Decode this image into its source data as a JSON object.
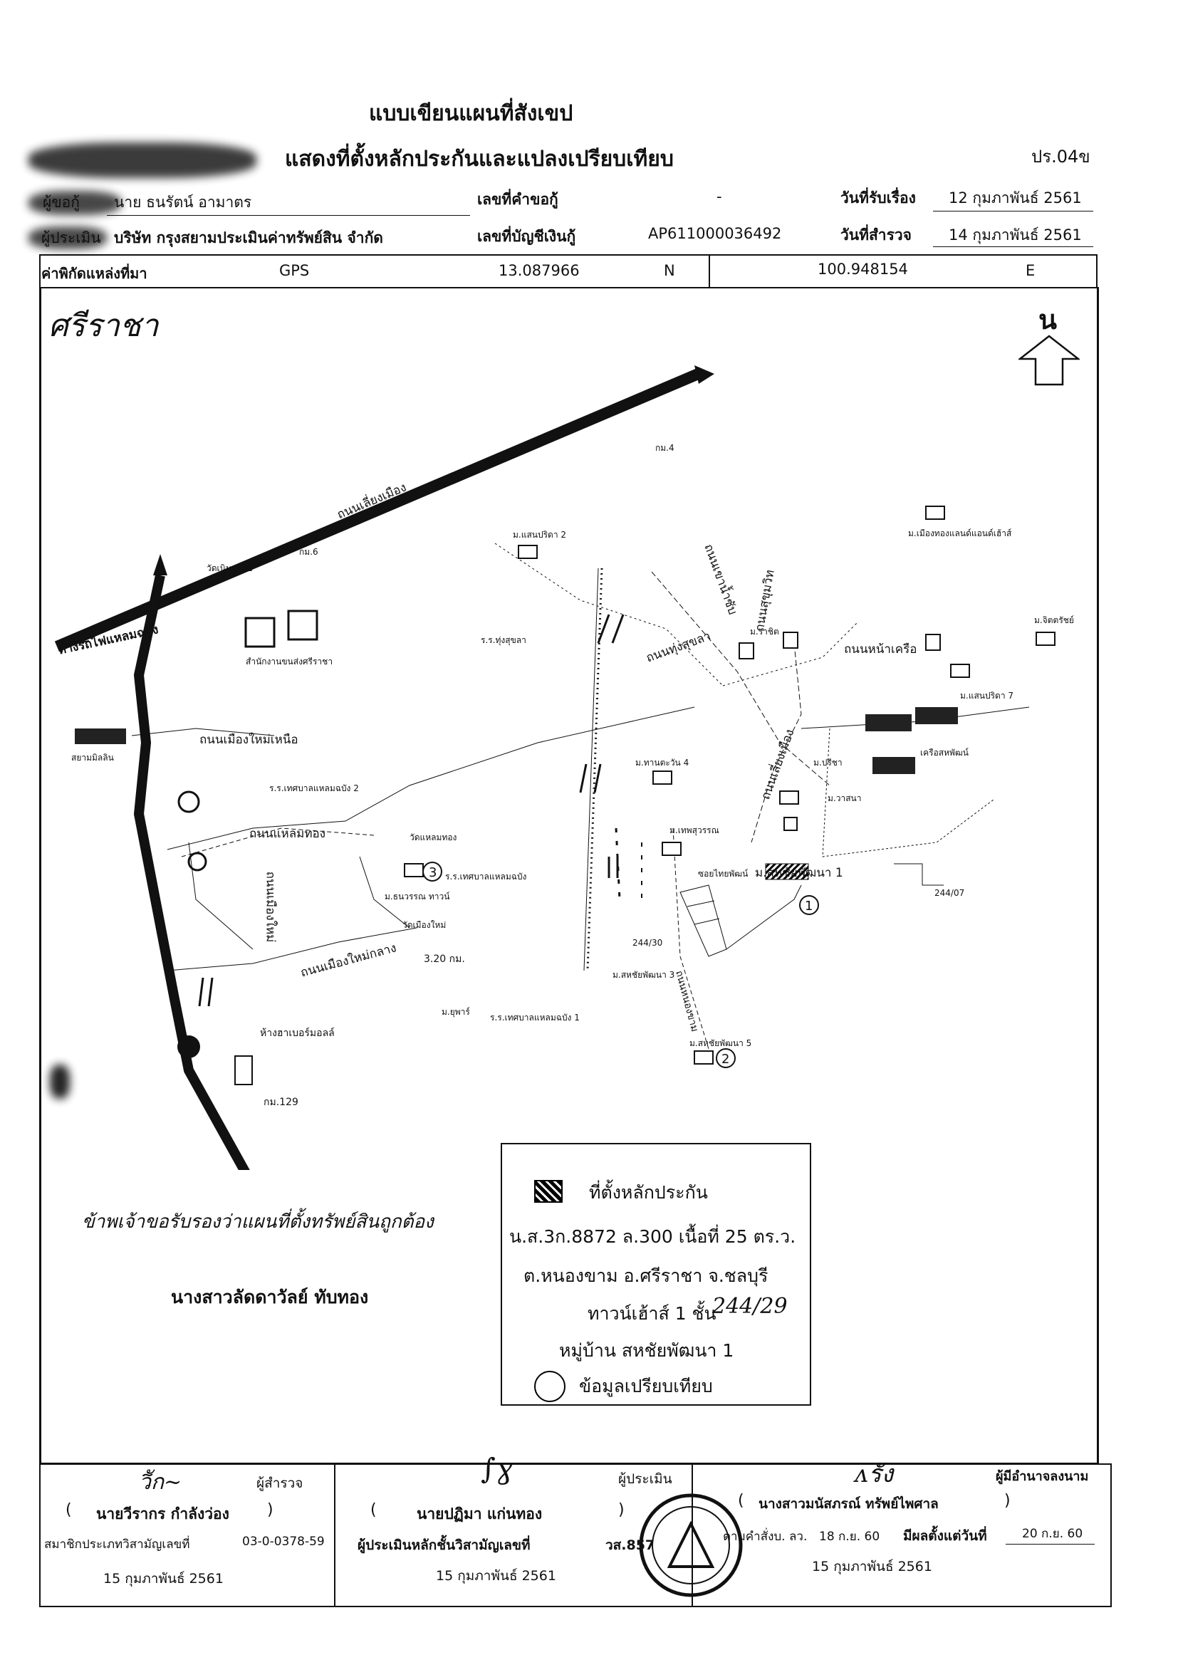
{
  "header": {
    "title_line1": "แบบเขียนแผนที่สังเขป",
    "title_line2": "แสดงที่ตั้งหลักประกันและแปลงเปรียบเทียบ",
    "form_no": "ปร.04ข",
    "borrower_label": "ผู้ขอกู้",
    "borrower_name": "นาย ธนรัตน์ อามาตร",
    "loan_request_label": "เลขที่คำขอกู้",
    "loan_request_value": "-",
    "received_date_label": "วันที่รับเรื่อง",
    "received_date": "12 กุมภาพันธ์ 2561",
    "appraiser_label": "ผู้ประเมิน",
    "appraiser_name": "บริษัท กรุงสยามประเมินค่าทรัพย์สิน จำกัด",
    "account_label": "เลขที่บัญชีเงินกู้",
    "account_value": "AP611000036492",
    "survey_date_label": "วันที่สำรวจ",
    "survey_date": "14 กุมภาพันธ์ 2561"
  },
  "coordinates": {
    "label": "ค่าพิกัดแหล่งที่มา",
    "source": "GPS",
    "lat": "13.087966",
    "lat_dir": "N",
    "lon": "100.948154",
    "lon_dir": "E"
  },
  "map": {
    "handwritten_area": "ศรีราชา",
    "north_label": "น",
    "roads": {
      "sukhumvit": "ถนนสุขุมวิท",
      "airport_road": "ถนนเลี่ยงเมือง",
      "laem_chabang": "ทางรถไฟแหลมฉบัง",
      "muang_mai_nuea": "ถนนเมืองใหม่เหนือ",
      "laem_thong": "ถนนแหลมทอง",
      "muang_mai_klang": "ถนนเมืองใหม่กลาง",
      "muang_mai_tai": "ถนนเมืองใหม่",
      "thung_sukhla": "ถนนทุ่งสุขลา",
      "na_khruea": "ถนนหน้าเครือ",
      "thung_klang": "ถนนเลี่ยงเมือง",
      "nong_kham": "ถนนหนองขาม",
      "khao_na_sab": "ถนนเขาน้ำซับ"
    },
    "labels": {
      "wat_nuea": "วัดเนินนรมย์",
      "km6": "กม.6",
      "km4": "กม.4",
      "office": "สำนักงานขนส่งศรีราชา",
      "siam_mill": "สยามมิลลิน",
      "mb_saensiri2": "ม.แสนปริดา 2",
      "mb_muang_thong": "ม.เมืองทองแลนด์แอนด์เฮ้าส์",
      "school_thungsukhla": "ร.ร.ทุ่งสุขลา",
      "mb_rachid": "ม.ราชิต",
      "mb_chaiyarat": "ม.จิตตรัชย์",
      "mb_saensiri7": "ม.แสนปริดา 7",
      "khruea_saha": "เครือสหพัฒน์",
      "school_tessaban2": "ร.ร.เทศบาลแหลมฉบัง 2",
      "wat_laemthong": "วัดแหลมทอง",
      "mb_thanasub": "ม.ทานตะวัน 4",
      "mb_preecha": "ม.ปรีชา",
      "mb_wassana": "ม.วาสนา",
      "mb_taew": "ม.เทพสุวรรณ",
      "school_laemchabang": "ร.ร.เทศบาลแหลมฉบัง",
      "mb_thanawan": "ม.ธนวรรณ ทาวน์",
      "wat_muangmai": "วัดเมืองใหม่",
      "km_320": "3.20 กม.",
      "mb_yupar": "ม.ยุพาร์",
      "school_tessaban1": "ร.ร.เทศบาลแหลมฉบัง 1",
      "mb_sahai1": "ม.สหชัยพัฒนา 1",
      "mb_sahai3": "ม.สหชัยพัฒนา 3",
      "mb_sahai5": "ม.สหชัยพัฒนา 5",
      "harbor_mall": "ห้างฮาเบอร์มอลล์",
      "km129": "กม.129",
      "dim_24430": "244/30",
      "dim_24407": "244/07",
      "sub_road": "ซอยไทยพัฒน์"
    },
    "markers": [
      "1",
      "2",
      "3"
    ],
    "handwritten_note": "ข้าพเจ้าขอรับรองว่าแผนที่ตั้งทรัพย์สินถูกต้อง",
    "note_signer": "นางสาวลัดดาวัลย์ ทับทอง"
  },
  "legend": {
    "collateral_label": "ที่ตั้งหลักประกัน",
    "line2": "น.ส.3ก.8872 ล.300 เนื้อที่ 25 ตร.ว.",
    "line3": "ต.หนองขาม อ.ศรีราชา จ.ชลบุรี",
    "line4": "ทาวน์เฮ้าส์ 1 ชั้น",
    "line4_hand": "244/29",
    "line5": "หมู่บ้าน สหชัยพัฒนา 1",
    "comparison_label": "ข้อมูลเปรียบเทียบ"
  },
  "signatures": {
    "surveyor_role": "ผู้สำรวจ",
    "surveyor_name": "นายวีรากร กำลังว่อง",
    "surveyor_member_label": "สมาชิกประเภทวิสามัญเลขที่",
    "surveyor_member_no": "03-0-0378-59",
    "surveyor_date": "15 กุมภาพันธ์ 2561",
    "appraiser_role": "ผู้ประเมิน",
    "appraiser_name": "นายปฏิมา แก่นทอง",
    "appraiser_member_label": "ผู้ประเมินหลักชั้นวิสามัญเลขที่",
    "appraiser_member_no": "วส.857",
    "appraiser_date": "15 กุมภาพันธ์ 2561",
    "authorized_role": "ผู้มีอำนาจลงนาม",
    "authorized_name": "นางสาวมนัสภรณ์ ทรัพย์ไพศาล",
    "order_label": "ตามคำสั่งบ. ลว.",
    "order_date": "18 ก.ย. 60",
    "effective_label": "มีผลตั้งแต่วันที่",
    "effective_date": "20 ก.ย. 60",
    "authorized_date": "15 กุมภาพันธ์ 2561"
  }
}
